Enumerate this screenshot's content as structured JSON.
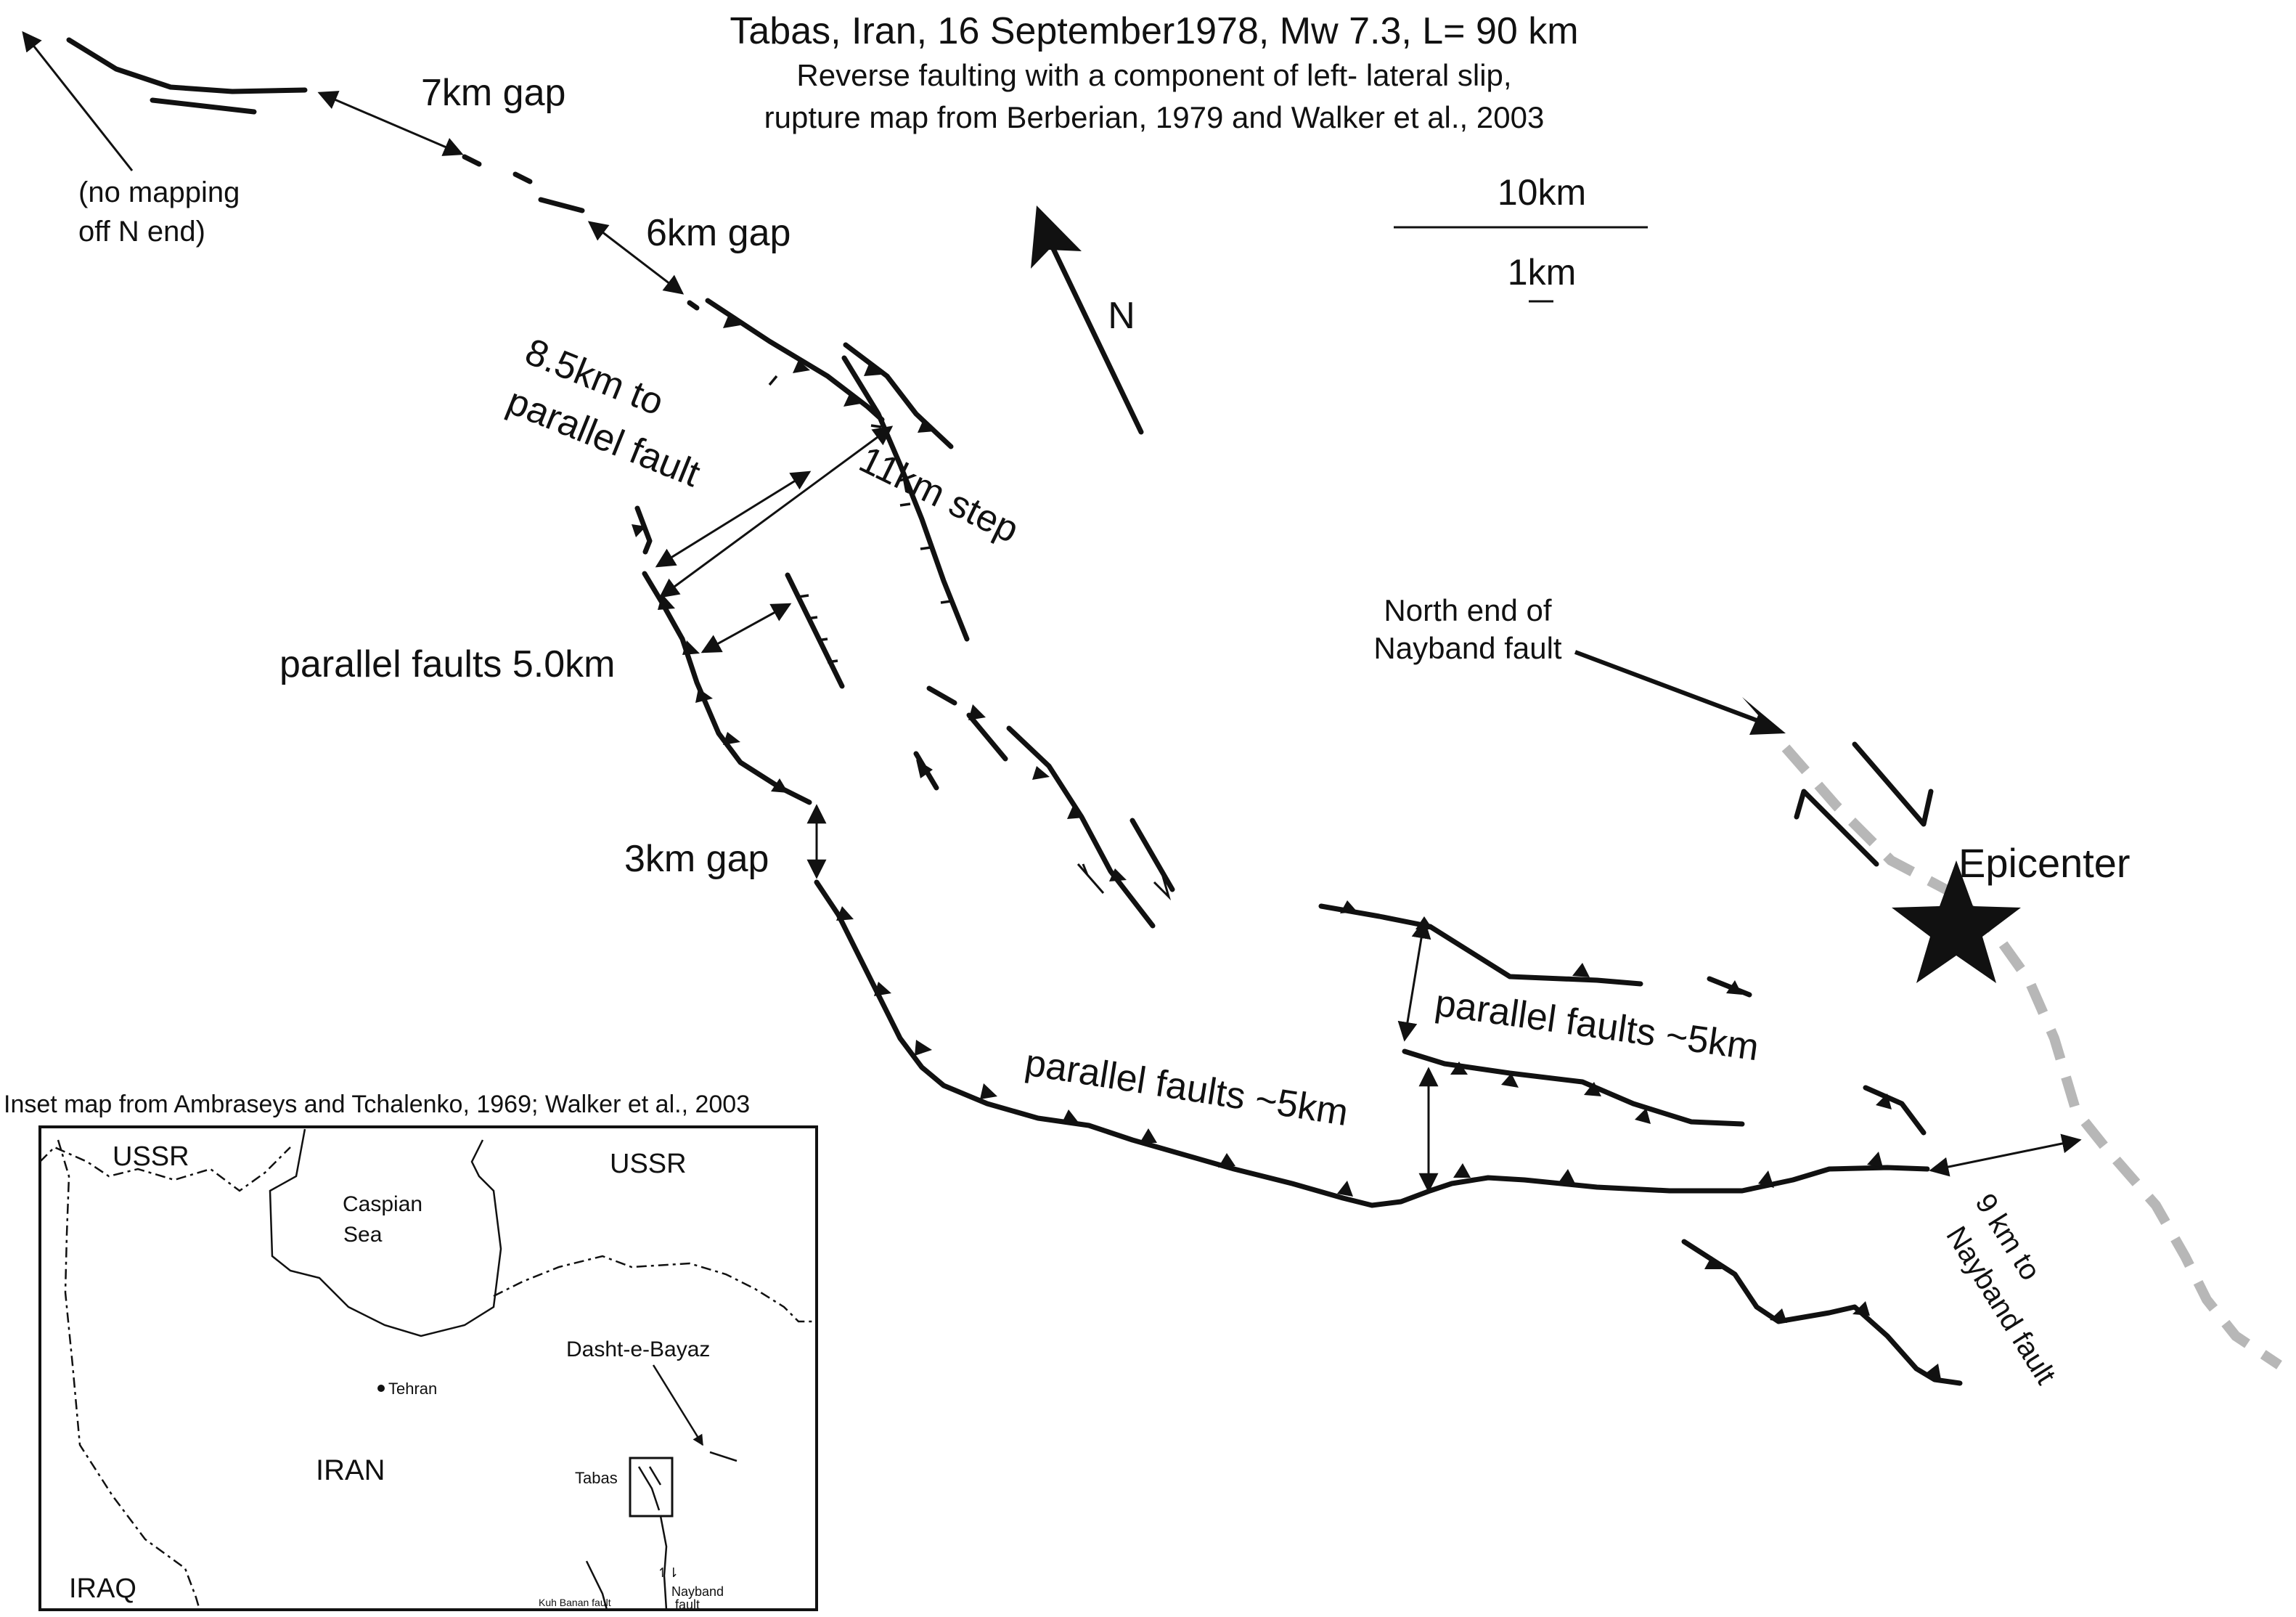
{
  "title": {
    "line1": "Tabas, Iran, 16 September1978, Mw 7.3, L= 90 km",
    "line2": "Reverse faulting with a component of left- lateral slip,",
    "line3": "rupture map from Berberian, 1979 and Walker et al., 2003"
  },
  "scale": {
    "large": "10km",
    "small": "1km"
  },
  "north": "N",
  "labels": {
    "gap7": "7km gap",
    "gap6": "6km gap",
    "gap3": "3km gap",
    "no_mapping_1": "(no mapping",
    "no_mapping_2": "off N end)",
    "to_parallel_1": "8.5km to",
    "to_parallel_2": "parallel fault",
    "step11": "11km step",
    "parallel5": "parallel faults 5.0km",
    "parallel_a": "parallel faults ~5km",
    "parallel_b": "parallel faults ~5km",
    "nayband_end_1": "North end of",
    "nayband_end_2": "Nayband fault",
    "epicenter": "Epicenter",
    "to_nayband_1": "9 km to",
    "to_nayband_2": "Nayband fault"
  },
  "inset": {
    "caption": "Inset map from Ambraseys and Tchalenko, 1969; Walker et al., 2003",
    "ussr_left": "USSR",
    "ussr_right": "USSR",
    "caspian_1": "Caspian",
    "caspian_2": "Sea",
    "tehran": "Tehran",
    "iran": "IRAN",
    "iraq": "IRAQ",
    "dasht": "Dasht-e-Bayaz",
    "tabas": "Tabas",
    "kuh_banan": "Kuh Banan fault",
    "nayband_1": "Nayband",
    "nayband_2": "fault"
  }
}
